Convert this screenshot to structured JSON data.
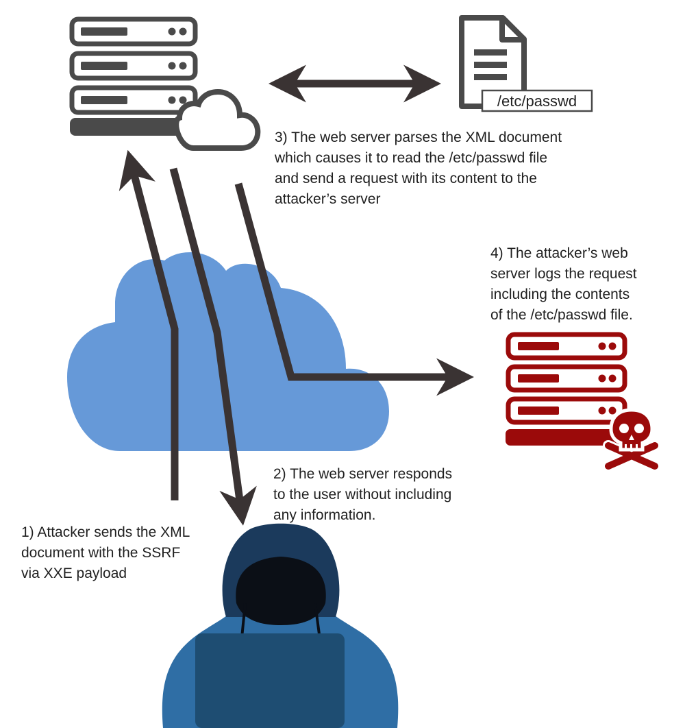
{
  "file_label": "/etc/passwd",
  "steps": {
    "step1": [
      "1) Attacker sends the XML",
      "document with the SSRF",
      "via XXE payload"
    ],
    "step2": [
      "2) The web server responds",
      "to the user without including",
      "any information."
    ],
    "step3": [
      "3) The web server parses the XML document",
      "which causes it to read the /etc/passwd file",
      "and send a request with its content to the",
      "attacker’s server"
    ],
    "step4": [
      "4) The attacker’s web",
      "server logs the request",
      "including the contents",
      "of the /etc/passwd file."
    ]
  },
  "colors": {
    "server": "#4a4a4a",
    "arrow": "#3a3333",
    "internet_cloud": "#6699d8",
    "attacker_server": "#9b0a0a",
    "hoodie": "#2f6ea5",
    "laptop": "#1e4d72"
  },
  "icons": [
    "web-server-icon",
    "small-cloud-icon",
    "file-icon",
    "internet-cloud-icon",
    "attacker-server-icon",
    "skull-crossbones-icon",
    "hacker-icon",
    "laptop-icon"
  ]
}
